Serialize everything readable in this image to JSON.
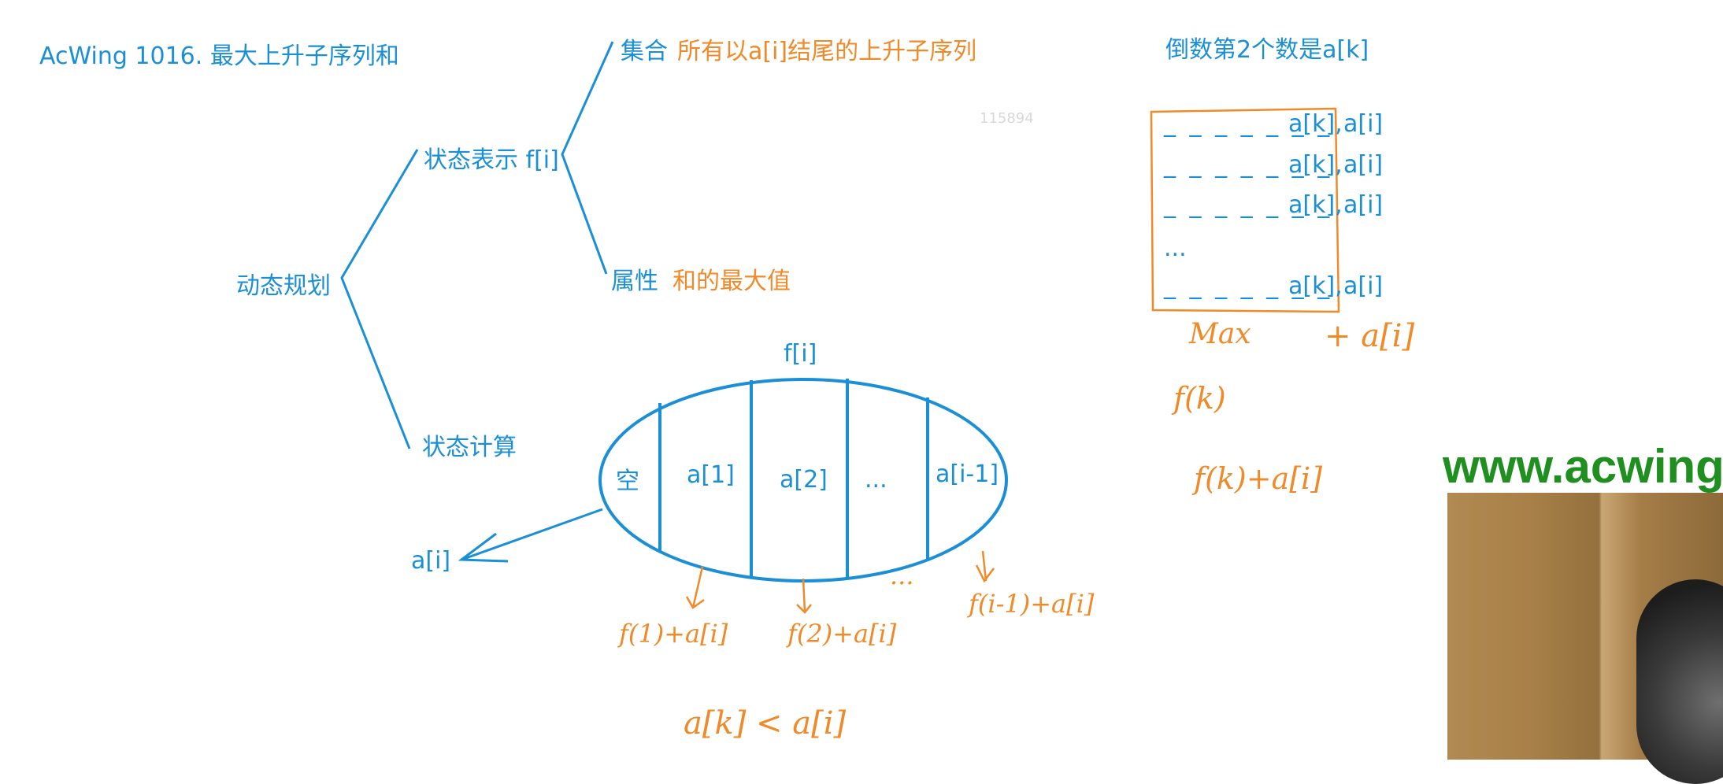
{
  "title": "AcWing 1016. 最大上升子序列和",
  "root": "动态规划",
  "state_repr": "状态表示 f[i]",
  "set_label": "集合",
  "set_desc": "所有以a[i]结尾的上升子序列",
  "attr_label": "属性",
  "attr_desc": "和的最大值",
  "state_calc": "状态计算",
  "id_mark": "115894",
  "ellipse": {
    "top_label": "f[i]",
    "parts": [
      "空",
      "a[1]",
      "a[2]",
      "...",
      "a[i-1]"
    ],
    "left_arrow_label": "a[i]"
  },
  "handwritten": {
    "f1": "f(1)+a[i]",
    "f2": "f(2)+a[i]",
    "dots": "...",
    "fi1": "f(i-1)+a[i]",
    "cond": "a[k] < a[i]",
    "max": "Max",
    "plus_ai": "+ a[i]",
    "fk": "f(k)",
    "fk_ai": "f(k)+a[i]"
  },
  "right_panel": {
    "heading": "倒数第2个数是a[k]",
    "rows": [
      {
        "dashes": "_ _ _ _ _ _ _",
        "ak": "a[k],",
        "ai": "a[i]"
      },
      {
        "dashes": "_ _ _ _ _ _ _",
        "ak": "a[k],",
        "ai": "a[i]"
      },
      {
        "dashes": "_ _ _ _ _ _ _",
        "ak": "a[k],",
        "ai": "a[i]"
      },
      {
        "dashes": "...",
        "ak": "",
        "ai": ""
      },
      {
        "dashes": "_ _ _ _ _ _ _",
        "ak": "a[k],",
        "ai": "a[i]"
      }
    ]
  },
  "watermark": "www.acwing.",
  "colors": {
    "blue": "#1b8fd6",
    "orange": "#f08a28",
    "watermark": "#1f8f1f"
  }
}
